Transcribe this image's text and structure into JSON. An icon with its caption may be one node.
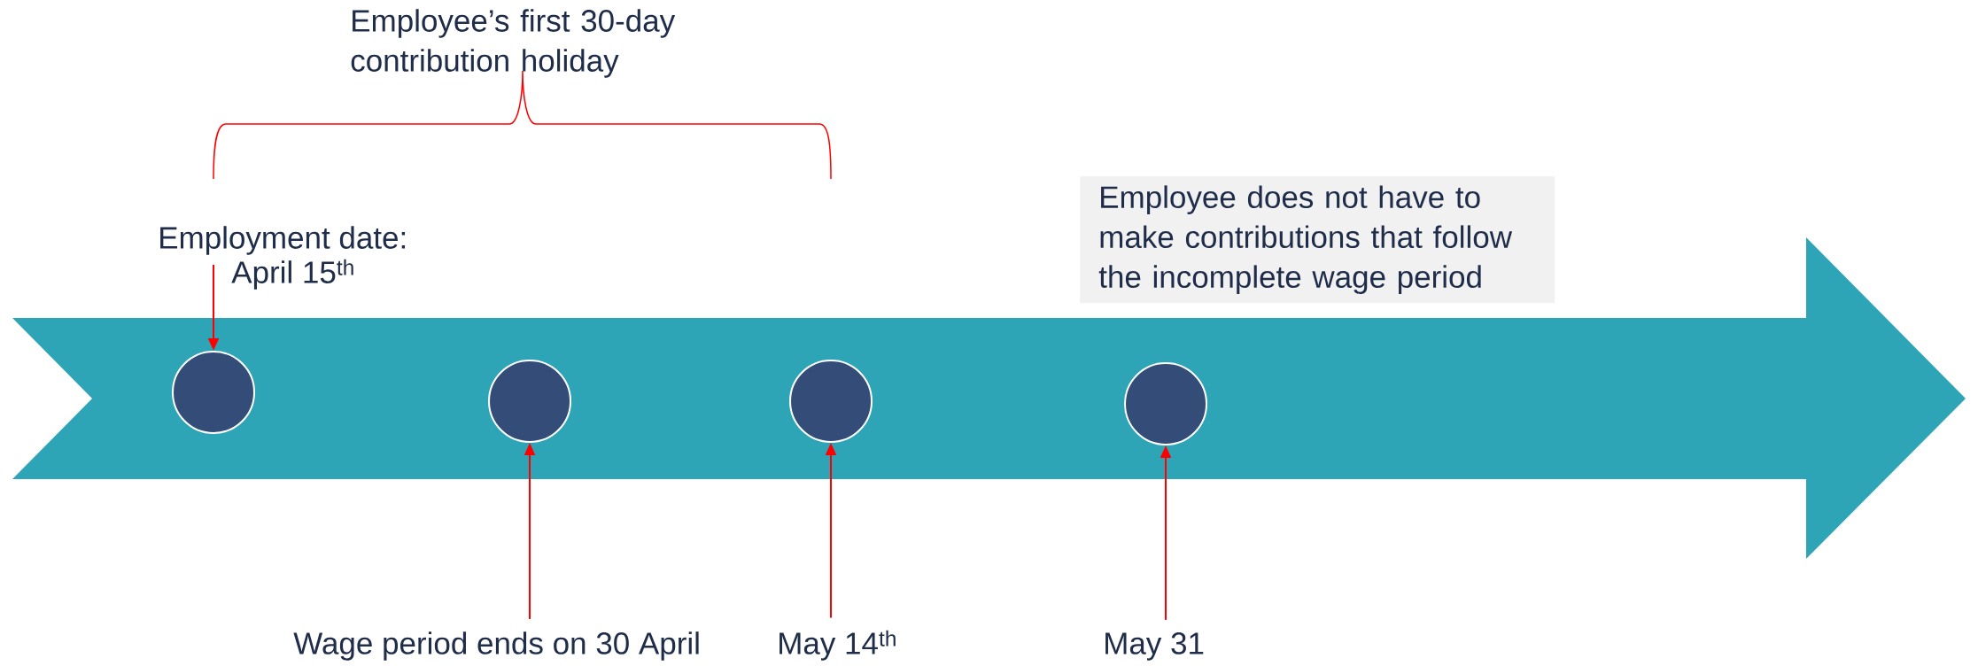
{
  "diagram": {
    "nodes": [
      {
        "text": [
          "Employment date:",
          "April 15$^{th}$"
        ]
      },
      {
        "text": [
          "Employee does not have to make contributions that follow the incomplete wage period"
        ]
      },
      {
        "text": [],
        "shape": "circle"
      },
      {
        "text": [],
        "shape": "circle"
      },
      {
        "text": [],
        "shape": "circle"
      },
      {
        "text": [],
        "shape": "circle"
      },
      {
        "text": [
          "Wage period ends on 30 April"
        ]
      },
      {
        "text": [
          "May 14$^{th}$"
        ]
      },
      {
        "text": [
          "May 31"
        ]
      }
    ],
    "edges": [
      {
        "from": 0,
        "to": 2,
        "arrow": "to"
      },
      {
        "from": 6,
        "to": 3,
        "arrow": "to"
      },
      {
        "from": 7,
        "to": 4,
        "arrow": "to"
      },
      {
        "from": 8,
        "to": 5,
        "arrow": "to"
      }
    ],
    "labels": [
      "Employee’s first 30-day contribution holiday"
    ]
  }
}
